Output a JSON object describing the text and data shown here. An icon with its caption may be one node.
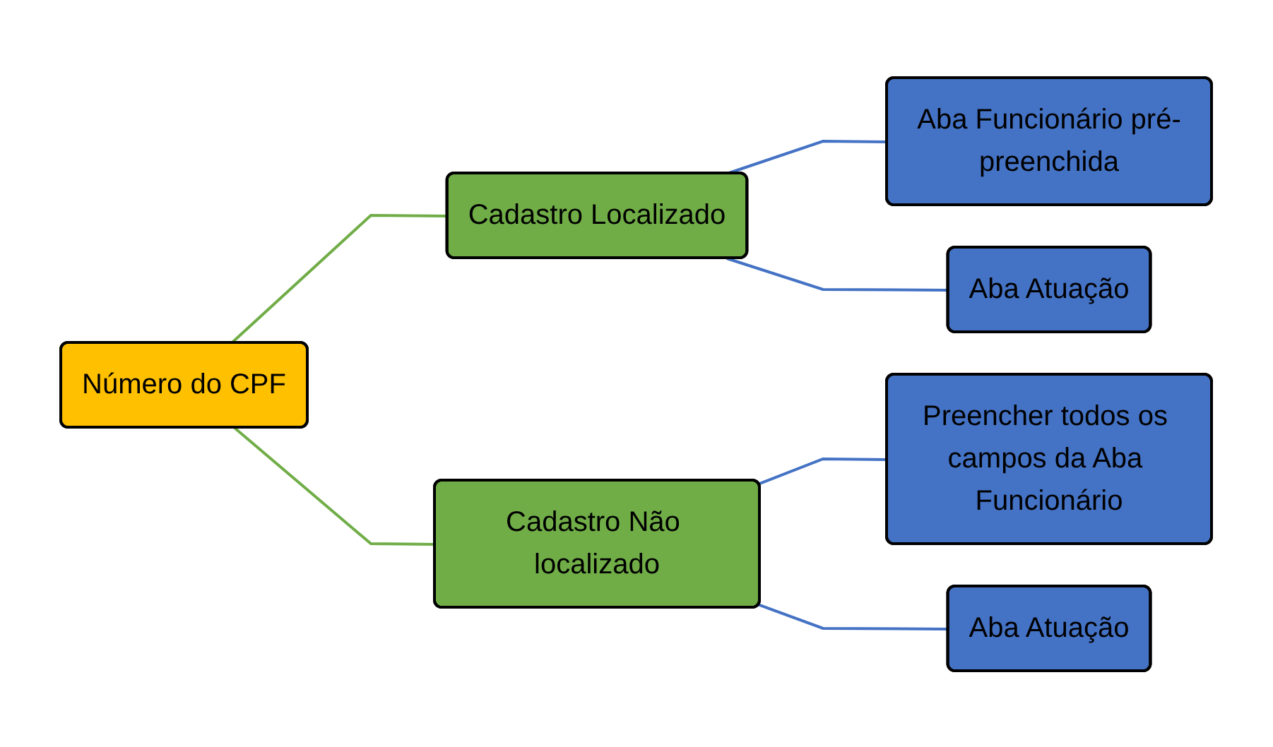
{
  "diagram": {
    "nodes": [
      {
        "text": [
          "Número do CPF"
        ]
      },
      {
        "text": [
          "Cadastro Localizado"
        ]
      },
      {
        "text": [
          "Cadastro Não localizado"
        ]
      },
      {
        "text": [
          "Aba Funcionário pré-preenchida"
        ]
      },
      {
        "text": [
          "Aba Atuação"
        ]
      },
      {
        "text": [
          "Preencher todos os campos da Aba Funcionário"
        ]
      },
      {
        "text": [
          "Aba Atuação"
        ]
      }
    ],
    "edges": [
      {
        "from": 0,
        "to": 1,
        "arrow": "none",
        "color": "#70ad47"
      },
      {
        "from": 0,
        "to": 2,
        "arrow": "none",
        "color": "#70ad47"
      },
      {
        "from": 1,
        "to": 3,
        "arrow": "none"
      },
      {
        "from": 1,
        "to": 4,
        "arrow": "none"
      },
      {
        "from": 2,
        "to": 5,
        "arrow": "none"
      },
      {
        "from": 2,
        "to": 6,
        "arrow": "none"
      }
    ]
  }
}
